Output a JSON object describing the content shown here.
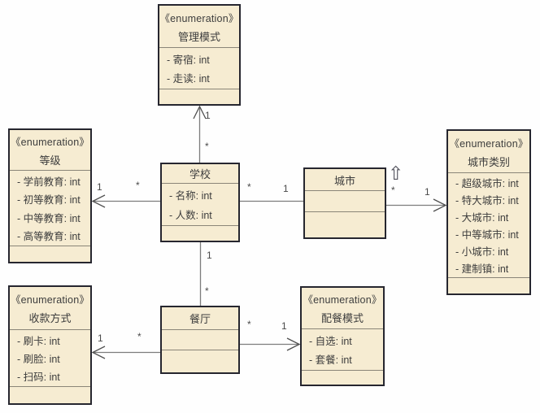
{
  "colors": {
    "box_fill": "#f6ecd2",
    "box_border": "#26262f",
    "divider": "#8a8578",
    "wire": "#7d7d7d",
    "text": "#3d3d3d"
  },
  "classes": {
    "management_mode": {
      "stereotype": "《enumeration》",
      "name": "管理模式",
      "attributes": [
        "- 寄宿: int",
        "- 走读: int"
      ]
    },
    "level": {
      "stereotype": "《enumeration》",
      "name": "等级",
      "attributes": [
        "- 学前教育: int",
        "- 初等教育: int",
        "- 中等教育: int",
        "- 高等教育: int"
      ]
    },
    "school": {
      "name": "学校",
      "attributes": [
        "- 名称: int",
        "- 人数: int"
      ]
    },
    "city": {
      "name": "城市",
      "attributes": []
    },
    "city_category": {
      "stereotype": "《enumeration》",
      "name": "城市类别",
      "attributes": [
        "- 超级城市: int",
        "- 特大城市: int",
        "- 大城市: int",
        "- 中等城市: int",
        "- 小城市: int",
        "- 建制镇: int"
      ]
    },
    "payment_method": {
      "stereotype": "《enumeration》",
      "name": "收款方式",
      "attributes": [
        "- 刷卡: int",
        "- 刷脸: int",
        "- 扫码: int"
      ]
    },
    "restaurant": {
      "name": "餐厅",
      "attributes": []
    },
    "meal_mode": {
      "stereotype": "《enumeration》",
      "name": "配餐模式",
      "attributes": [
        "- 自选: int",
        "- 套餐: int"
      ]
    }
  },
  "associations": [
    {
      "source": "学校",
      "target": "管理模式",
      "source_mult": "*",
      "target_mult": "1"
    },
    {
      "source": "学校",
      "target": "等级",
      "source_mult": "*",
      "target_mult": "1"
    },
    {
      "source": "学校",
      "target": "城市",
      "source_mult": "*",
      "target_mult": "1"
    },
    {
      "source": "城市",
      "target": "城市类别",
      "source_mult": "*",
      "target_mult": "1"
    },
    {
      "source": "学校",
      "target": "餐厅",
      "source_mult": "1",
      "target_mult": "*"
    },
    {
      "source": "餐厅",
      "target": "收款方式",
      "source_mult": "*",
      "target_mult": "1"
    },
    {
      "source": "餐厅",
      "target": "配餐模式",
      "source_mult": "*",
      "target_mult": "1"
    }
  ],
  "decorations": {
    "hollow_up_arrow": "⇧"
  }
}
